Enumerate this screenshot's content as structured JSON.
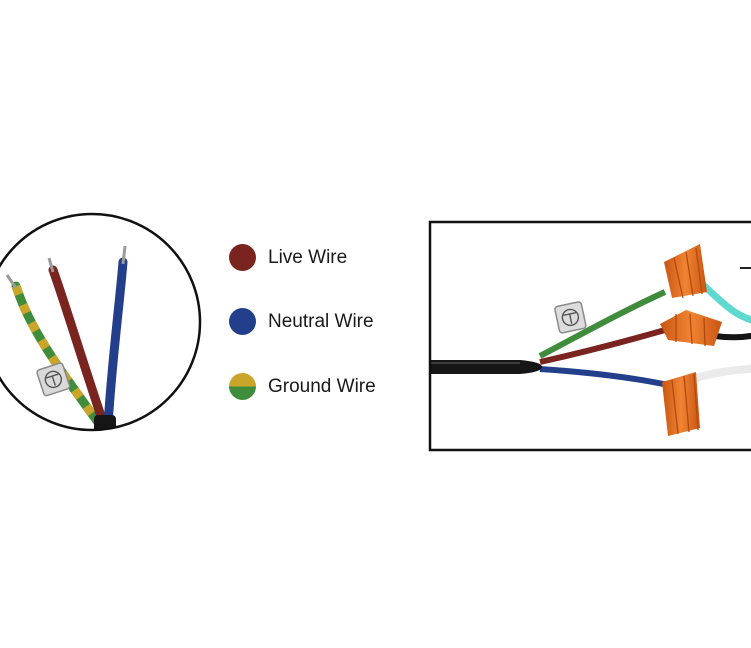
{
  "legend": {
    "items": [
      {
        "label": "Live Wire",
        "color": "#7a2420"
      },
      {
        "label": "Neutral Wire",
        "color": "#233f8c"
      },
      {
        "label": "Ground Wire",
        "color": "#c9a52a / #3f8c3c"
      }
    ]
  },
  "colors": {
    "live": "#7a2420",
    "neutral": "#233f8c",
    "ground_yellow": "#c9a52a",
    "ground_green": "#3f8c3c",
    "cable_sheath": "#161616",
    "connector": "#e8711f",
    "frame": "#111111"
  },
  "icons": {
    "ground_tag": "earth-ground-icon"
  }
}
